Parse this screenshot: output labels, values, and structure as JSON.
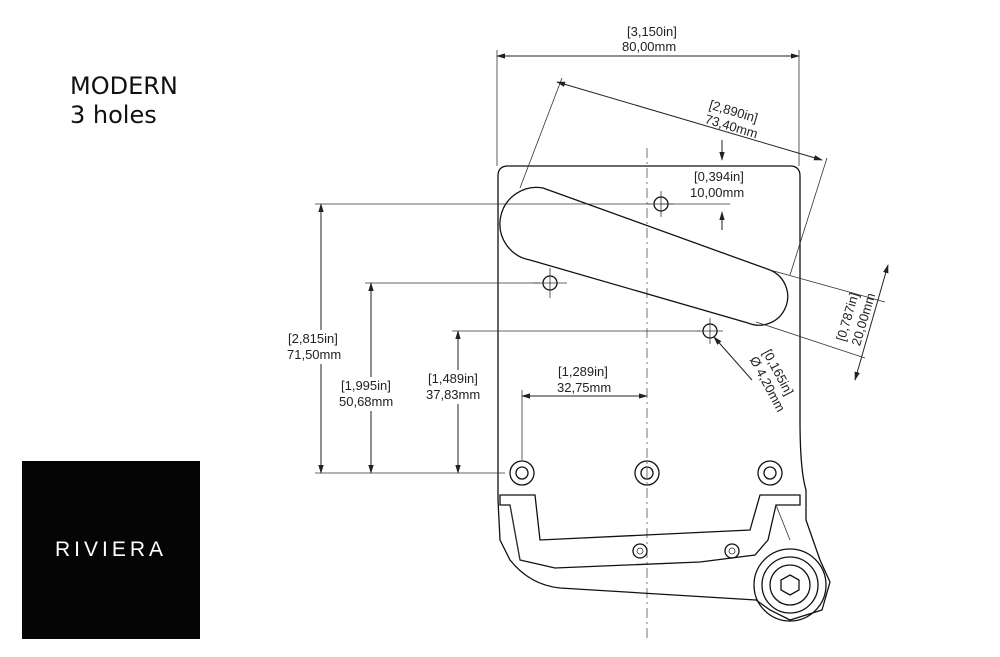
{
  "title": {
    "line1": "MODERN",
    "line2": "3 holes"
  },
  "logo": {
    "text": "RIVIERA",
    "background": "#050505",
    "text_color": "#ffffff"
  },
  "dimensions": {
    "overall_width": {
      "inch": "[3,150in]",
      "mm": "80,00mm"
    },
    "slot_length": {
      "inch": "[2,890in]",
      "mm": "73,40mm"
    },
    "hole_offset": {
      "inch": "[0,394in]",
      "mm": "10,00mm"
    },
    "slot_width": {
      "inch": "[0,787in]",
      "mm": "20,00mm"
    },
    "hole_diameter": {
      "inch": "[0,165in]",
      "mm": "Ø 4,20mm"
    },
    "height_top": {
      "inch": "[2,815in]",
      "mm": "71,50mm"
    },
    "height_mid": {
      "inch": "[1,995in]",
      "mm": "50,68mm"
    },
    "height_low": {
      "inch": "[1,489in]",
      "mm": "37,83mm"
    },
    "horiz_offset": {
      "inch": "[1,289in]",
      "mm": "32,75mm"
    }
  }
}
